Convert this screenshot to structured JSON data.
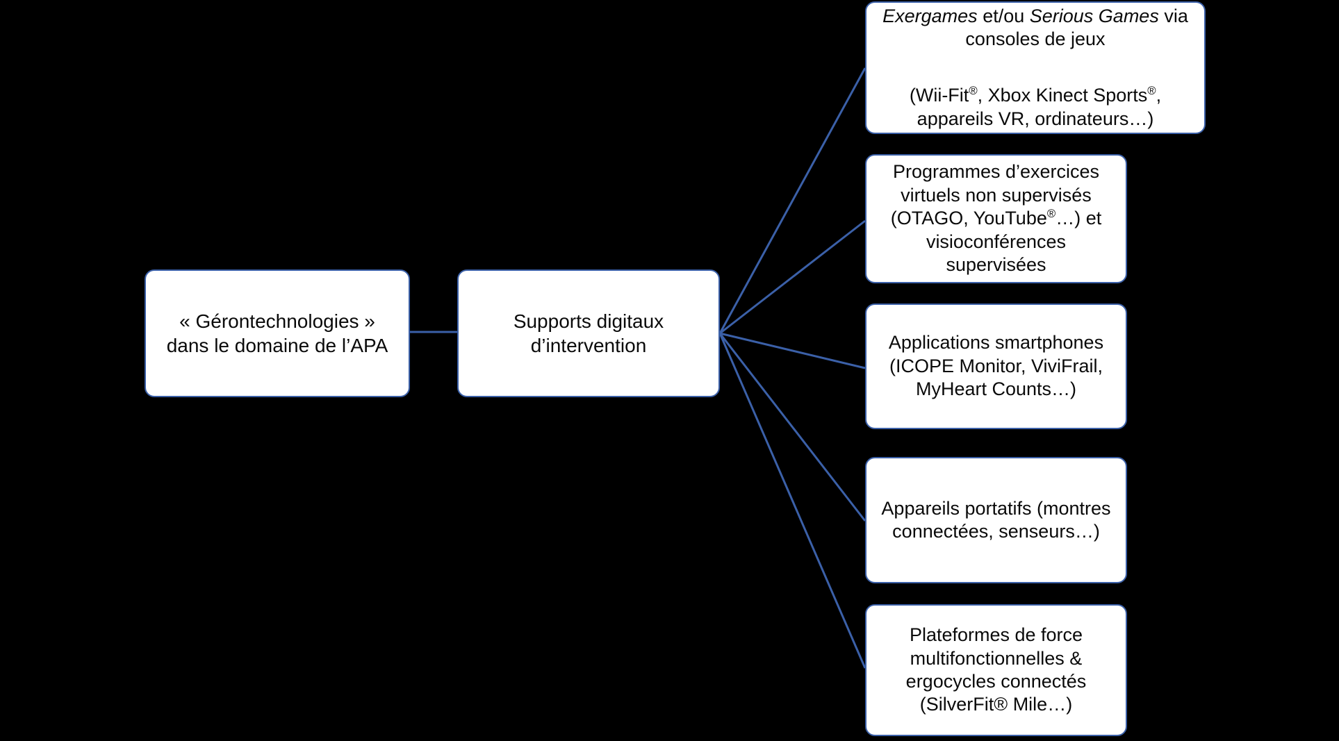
{
  "diagram": {
    "type": "flow-diagram",
    "background_color": "#000000",
    "node_fill_color": "#FFFFFF",
    "node_border_color": "#3B60A8",
    "connector_color": "#3B60A8",
    "text_color": "#0A0A0A",
    "nodes": {
      "root": {
        "label": "« Gérontechnologies » dans le domaine de l’APA"
      },
      "hub": {
        "label": "Supports digitaux d’intervention"
      },
      "games": {
        "line1_a": "Exergames",
        "line1_b": " et/ou ",
        "line1_c": "Serious Games",
        "line1_d": " via consoles de jeux",
        "line2_a": "(Wii-Fit",
        "line2_sup1": "®",
        "line2_b": ", Xbox Kinect Sports",
        "line2_sup2": "®",
        "line2_c": ", appareils VR, ordinateurs…)",
        "plain": "Exergames et/ou Serious Games via consoles de jeux (Wii-Fit®, Xbox Kinect Sports®, appareils VR, ordinateurs…)"
      },
      "virtual": {
        "line_a": "Programmes d’exercices virtuels non supervisés (OTAGO, YouTube",
        "sup": "®",
        "line_b": "…) et visioconférences supervisées",
        "plain": "Programmes d’exercices virtuels non supervisés (OTAGO, YouTube®…) et visioconférences supervisées"
      },
      "apps": {
        "label": "Applications smartphones (ICOPE  Monitor, ViviFrail, MyHeart Counts…)"
      },
      "wearables": {
        "label": "Appareils portatifs (montres connectées, senseurs…)"
      },
      "platforms": {
        "label": "Plateformes de force multifonctionnelles & ergocycles connectés (SilverFit® Mile…)"
      }
    },
    "connectors": [
      {
        "name": "root-to-hub",
        "from": "root",
        "to": "hub",
        "shape": "straight-horizontal"
      },
      {
        "name": "hub-to-games",
        "from": "hub",
        "to": "games",
        "shape": "fan-line"
      },
      {
        "name": "hub-to-virtual",
        "from": "hub",
        "to": "virtual",
        "shape": "fan-line"
      },
      {
        "name": "hub-to-apps",
        "from": "hub",
        "to": "apps",
        "shape": "fan-line"
      },
      {
        "name": "hub-to-wearables",
        "from": "hub",
        "to": "wearables",
        "shape": "fan-line"
      },
      {
        "name": "hub-to-platforms",
        "from": "hub",
        "to": "platforms",
        "shape": "fan-line"
      }
    ]
  }
}
